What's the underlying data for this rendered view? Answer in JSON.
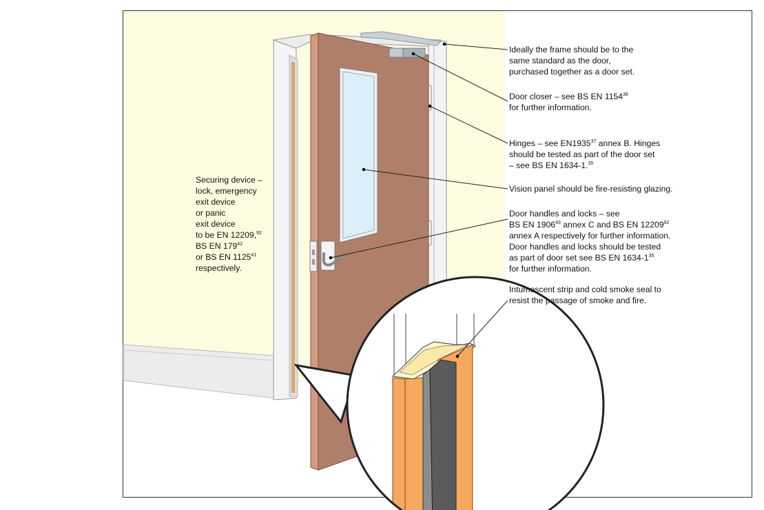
{
  "labels": {
    "securing": {
      "l1": "Securing device –",
      "l2": "lock, emergency",
      "l3": "exit device",
      "l4": "or panic",
      "l5": "exit device",
      "l6a": "to be EN 12209,",
      "l6s": "92",
      "l7a": "BS EN 179",
      "l7s": "42",
      "l8a": "or BS EN 1125",
      "l8s": "41",
      "l9": "respectively."
    },
    "frame": {
      "l1": "Ideally the frame should be to the",
      "l2": "same standard as the door,",
      "l3": "purchased together as a door set."
    },
    "closer": {
      "l1a": "Door closer – see BS EN 1154",
      "l1s": "38",
      "l2": "for further information."
    },
    "hinges": {
      "l1a": "Hinges – see EN1935",
      "l1s": "37",
      "l1b": " annex B. Hinges",
      "l2": "should be tested as part of the door set",
      "l3a": "– see BS EN 1634-1.",
      "l3s": "35"
    },
    "vision": {
      "l1": "Vision panel should be fire-resisting glazing."
    },
    "handles": {
      "l1": "Door handles and locks – see",
      "l2a": "BS EN 1906",
      "l2s": "93",
      "l2b": " annex C and BS EN 12209",
      "l2s2": "92",
      "l3": "annex A respectively for further information.",
      "l4": "Door handles and locks should be tested",
      "l5a": "as part of door set see BS EN 1634-1",
      "l5s": "35",
      "l6": "for further information."
    },
    "strip": {
      "l1": "Intumescent strip and cold smoke seal to",
      "l2": "resist the passage of smoke and fire."
    }
  },
  "colors": {
    "wall": "#fefce0",
    "door": "#b07f6a",
    "door_edge": "#d49a80",
    "glass": "#dceff8",
    "frame": "#f2f2f2",
    "core_orange": "#f5a85e",
    "seal_dark": "#5b5b5b",
    "seal_grey": "#8c8c8c"
  }
}
